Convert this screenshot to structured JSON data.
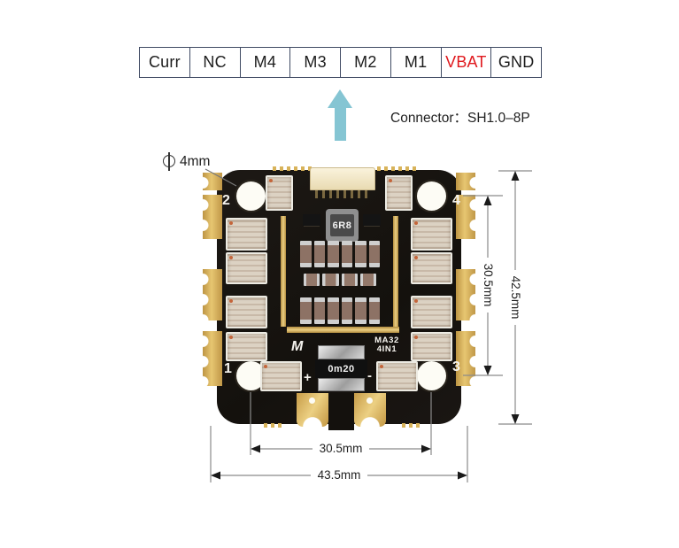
{
  "pin_header": {
    "cells": [
      {
        "label": "Curr"
      },
      {
        "label": "NC"
      },
      {
        "label": "M4"
      },
      {
        "label": "M3"
      },
      {
        "label": "M2"
      },
      {
        "label": "M1"
      },
      {
        "label": "VBAT",
        "highlight": true
      },
      {
        "label": "GND"
      }
    ]
  },
  "connector_note": {
    "text": "Connector：SH1.0–8P"
  },
  "hole_annotation": {
    "text": "4mm"
  },
  "dimensions": {
    "right_inner": "30.5mm",
    "right_outer": "42.5mm",
    "bottom_inner": "30.5mm",
    "bottom_outer": "43.5mm"
  },
  "board": {
    "corner_labels": {
      "top_left": "2",
      "top_right": "4",
      "bottom_left": "1",
      "bottom_right": "3"
    },
    "inductor_label": "6R8",
    "brand_mark": "M",
    "model_line1": "MA32",
    "model_line2": "4IN1",
    "shunt_label": "0m20",
    "battery_plus": "+",
    "battery_minus": "-"
  },
  "colors": {
    "teal_arrow": "#85c5d3",
    "vbat_red": "#e0191e",
    "gold": "#d8b35a",
    "table_border": "#3f4a63"
  }
}
